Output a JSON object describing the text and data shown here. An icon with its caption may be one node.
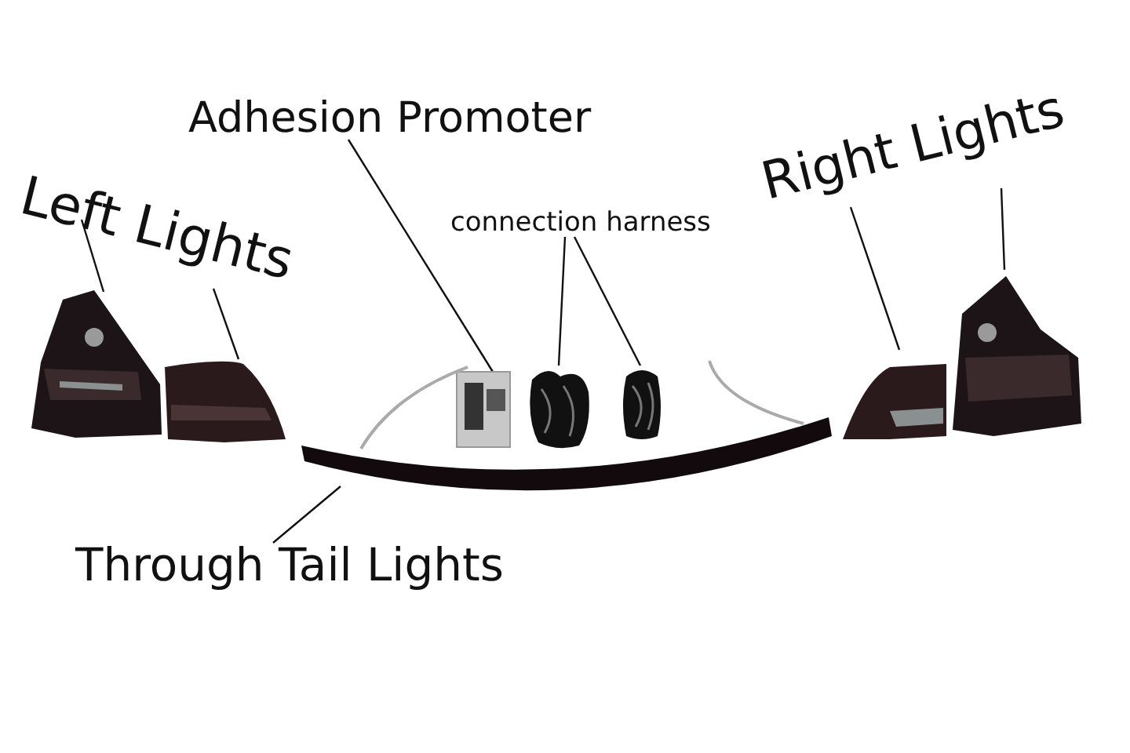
{
  "diagram": {
    "nodes": [
      {
        "text": [
          "Left Lights"
        ]
      },
      {
        "text": [],
        "shape": "picture"
      },
      {
        "text": [],
        "shape": "picture"
      },
      {
        "text": [
          "Adhesion Promoter"
        ]
      },
      {
        "text": [],
        "shape": "picture"
      },
      {
        "text": [
          "connection harness"
        ]
      },
      {
        "text": [],
        "shape": "picture"
      },
      {
        "text": [],
        "shape": "picture"
      },
      {
        "text": [
          "Right Lights"
        ]
      },
      {
        "text": [],
        "shape": "picture"
      },
      {
        "text": [],
        "shape": "picture"
      },
      {
        "text": [],
        "shape": "picture"
      },
      {
        "text": [
          "Through Tail Lights"
        ]
      }
    ],
    "edges": [
      {
        "from": 0,
        "to": 1,
        "arrow": "none"
      },
      {
        "from": 0,
        "to": 2,
        "arrow": "none"
      },
      {
        "from": 3,
        "to": 4,
        "arrow": "none"
      },
      {
        "from": 5,
        "to": 6,
        "arrow": "none"
      },
      {
        "from": 5,
        "to": 7,
        "arrow": "none"
      },
      {
        "from": 8,
        "to": 9,
        "arrow": "none"
      },
      {
        "from": 8,
        "to": 10,
        "arrow": "none"
      },
      {
        "from": 12,
        "to": 11,
        "arrow": "none"
      }
    ]
  }
}
